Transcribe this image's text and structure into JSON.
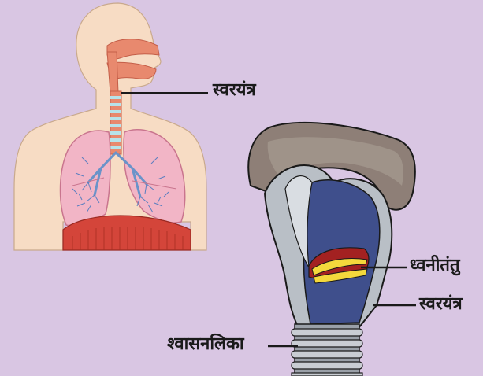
{
  "labels": {
    "larynx_top": "स्वरयंत्र",
    "vocal_cords": "ध्वनीतंतु",
    "larynx_bottom": "स्वरयंत्र",
    "trachea": "श्वासनलिका"
  },
  "colors": {
    "background": "#d9c6e3",
    "skin": "#f7dcc4",
    "lung": "#f2b5c6",
    "airway": "#e8896e",
    "trachea_ring": "#b7e3ea",
    "larynx_shell": "#8e7f77",
    "larynx_inner": "#3f4f8c",
    "cartilage_gray": "#b9bfc6",
    "vocal_fold": "#f4d83c",
    "muscle": "#a32121"
  }
}
